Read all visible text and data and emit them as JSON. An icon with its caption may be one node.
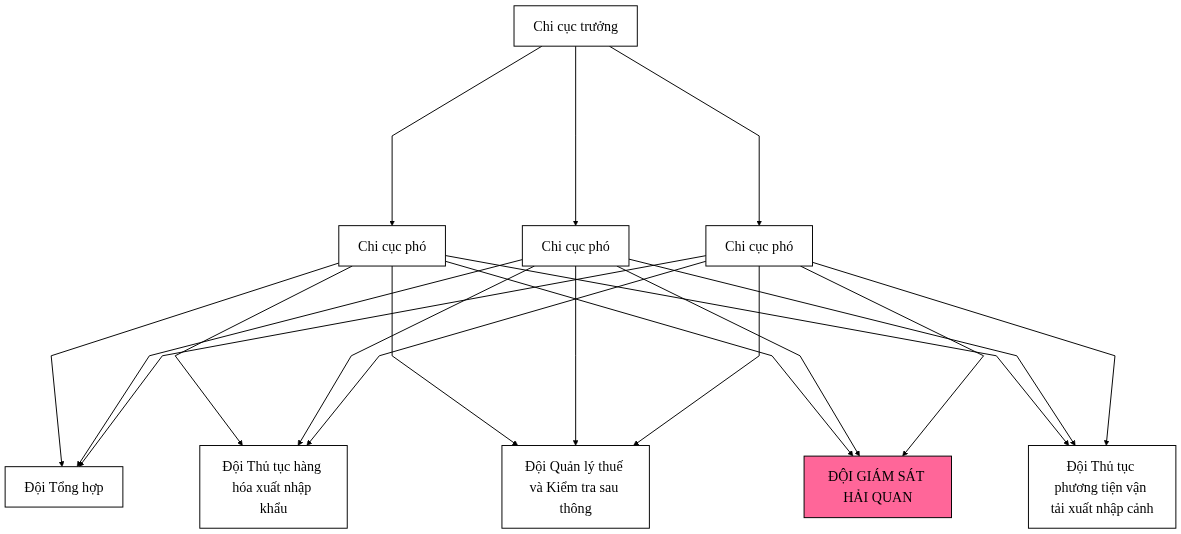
{
  "diagram": {
    "nodes": [
      {
        "text": [
          "Chi cục trưởng"
        ]
      },
      {
        "text": [
          "Chi cục phó"
        ]
      },
      {
        "text": [
          "Chi cục phó"
        ]
      },
      {
        "text": [
          "Chi cục phó"
        ]
      },
      {
        "text": [
          "Đội Tổng hợp"
        ]
      },
      {
        "text": [
          "Đội Thủ tục hàng hóa xuất nhập khẩu"
        ]
      },
      {
        "text": [
          "Đội Quản lý thuế và Kiểm tra sau thông"
        ]
      },
      {
        "text": [
          "ĐỘI GIÁM SÁT HẢI QUAN"
        ]
      },
      {
        "text": [
          "Đội Thủ tục phương tiện vận tải xuất nhập cảnh"
        ]
      }
    ],
    "edges": [
      {
        "from": 0,
        "to": 1,
        "arrow": "to"
      },
      {
        "from": 0,
        "to": 2,
        "arrow": "to"
      },
      {
        "from": 0,
        "to": 3,
        "arrow": "to"
      },
      {
        "from": 1,
        "to": 4,
        "arrow": "to"
      },
      {
        "from": 1,
        "to": 5,
        "arrow": "to"
      },
      {
        "from": 1,
        "to": 6,
        "arrow": "to"
      },
      {
        "from": 1,
        "to": 7,
        "arrow": "to"
      },
      {
        "from": 1,
        "to": 8,
        "arrow": "to"
      },
      {
        "from": 2,
        "to": 4,
        "arrow": "to"
      },
      {
        "from": 2,
        "to": 5,
        "arrow": "to"
      },
      {
        "from": 2,
        "to": 6,
        "arrow": "to"
      },
      {
        "from": 2,
        "to": 7,
        "arrow": "to"
      },
      {
        "from": 2,
        "to": 8,
        "arrow": "to"
      },
      {
        "from": 3,
        "to": 4,
        "arrow": "to"
      },
      {
        "from": 3,
        "to": 5,
        "arrow": "to"
      },
      {
        "from": 3,
        "to": 6,
        "arrow": "to"
      },
      {
        "from": 3,
        "to": 7,
        "arrow": "to"
      },
      {
        "from": 3,
        "to": 8,
        "arrow": "to"
      }
    ]
  }
}
